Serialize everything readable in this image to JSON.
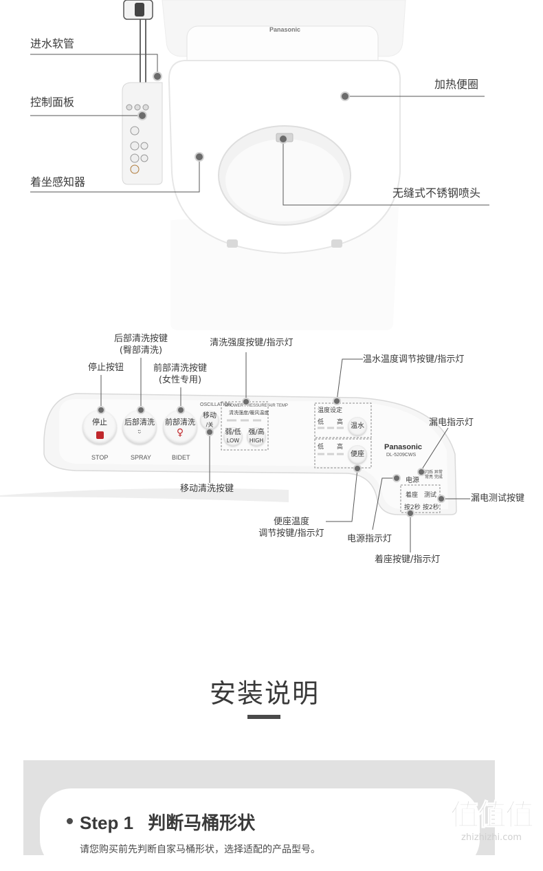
{
  "top_diagram": {
    "brand_on_lid": "Panasonic",
    "labels": {
      "water_hose": "进水软管",
      "control_panel": "控制面板",
      "seat_sensor": "着坐感知器",
      "heated_seat": "加热便圈",
      "nozzle": "无缝式不锈钢喷头"
    }
  },
  "panel_diagram": {
    "callouts": {
      "rear_wash_line1": "后部清洗按键",
      "rear_wash_line2": "(臀部清洗)",
      "stop": "停止按钮",
      "front_wash_line1": "前部清洗按键",
      "front_wash_line2": "(女性专用)",
      "pressure": "清洗强度按键/指示灯",
      "water_temp": "温水温度调节按键/指示灯",
      "leak_indicator": "漏电指示灯",
      "leak_test": "漏电测试按键",
      "oscillation": "移动清洗按键",
      "seat_temp_line1": "便座温度",
      "seat_temp_line2": "调节按键/指示灯",
      "power_indicator": "电源指示灯",
      "seat_button": "着座按键/指示灯"
    },
    "buttons": {
      "stop_zh": "停止",
      "stop_en": "STOP",
      "spray_zh": "后部清洗",
      "spray_en": "SPRAY",
      "bidet_zh": "前部清洗",
      "bidet_en": "BIDET",
      "osc_en": "OSCILLATION",
      "osc_zh": "移动",
      "osc_off": "/关",
      "pressure_en": "SHOWER PRESSURE·AIR TEMP",
      "pressure_zh": "清洗强度/暖风温度",
      "weak_zh": "弱/低",
      "weak_en": "LOW",
      "strong_zh": "强/高",
      "strong_en": "HIGH",
      "temp_setting": "温度设定",
      "low": "低",
      "high": "高",
      "warm_water": "温水",
      "seat": "便座",
      "brand": "Panasonic",
      "model": "DL-5209CWS",
      "power": "电源",
      "leak_words": "闪烁 异常 常亮 完成",
      "seated": "着座",
      "test": "测试",
      "press2s_a": "按2秒",
      "press2s_b": "按2秒"
    }
  },
  "section": {
    "title": "安装说明"
  },
  "step": {
    "title": "Step 1",
    "subtitle": "判断马桶形状",
    "description": "请您购买前先判断自家马桶形状，选择适配的产品型号。"
  },
  "watermark": {
    "main": "值值值",
    "sub": "zhizhizhi.com"
  }
}
